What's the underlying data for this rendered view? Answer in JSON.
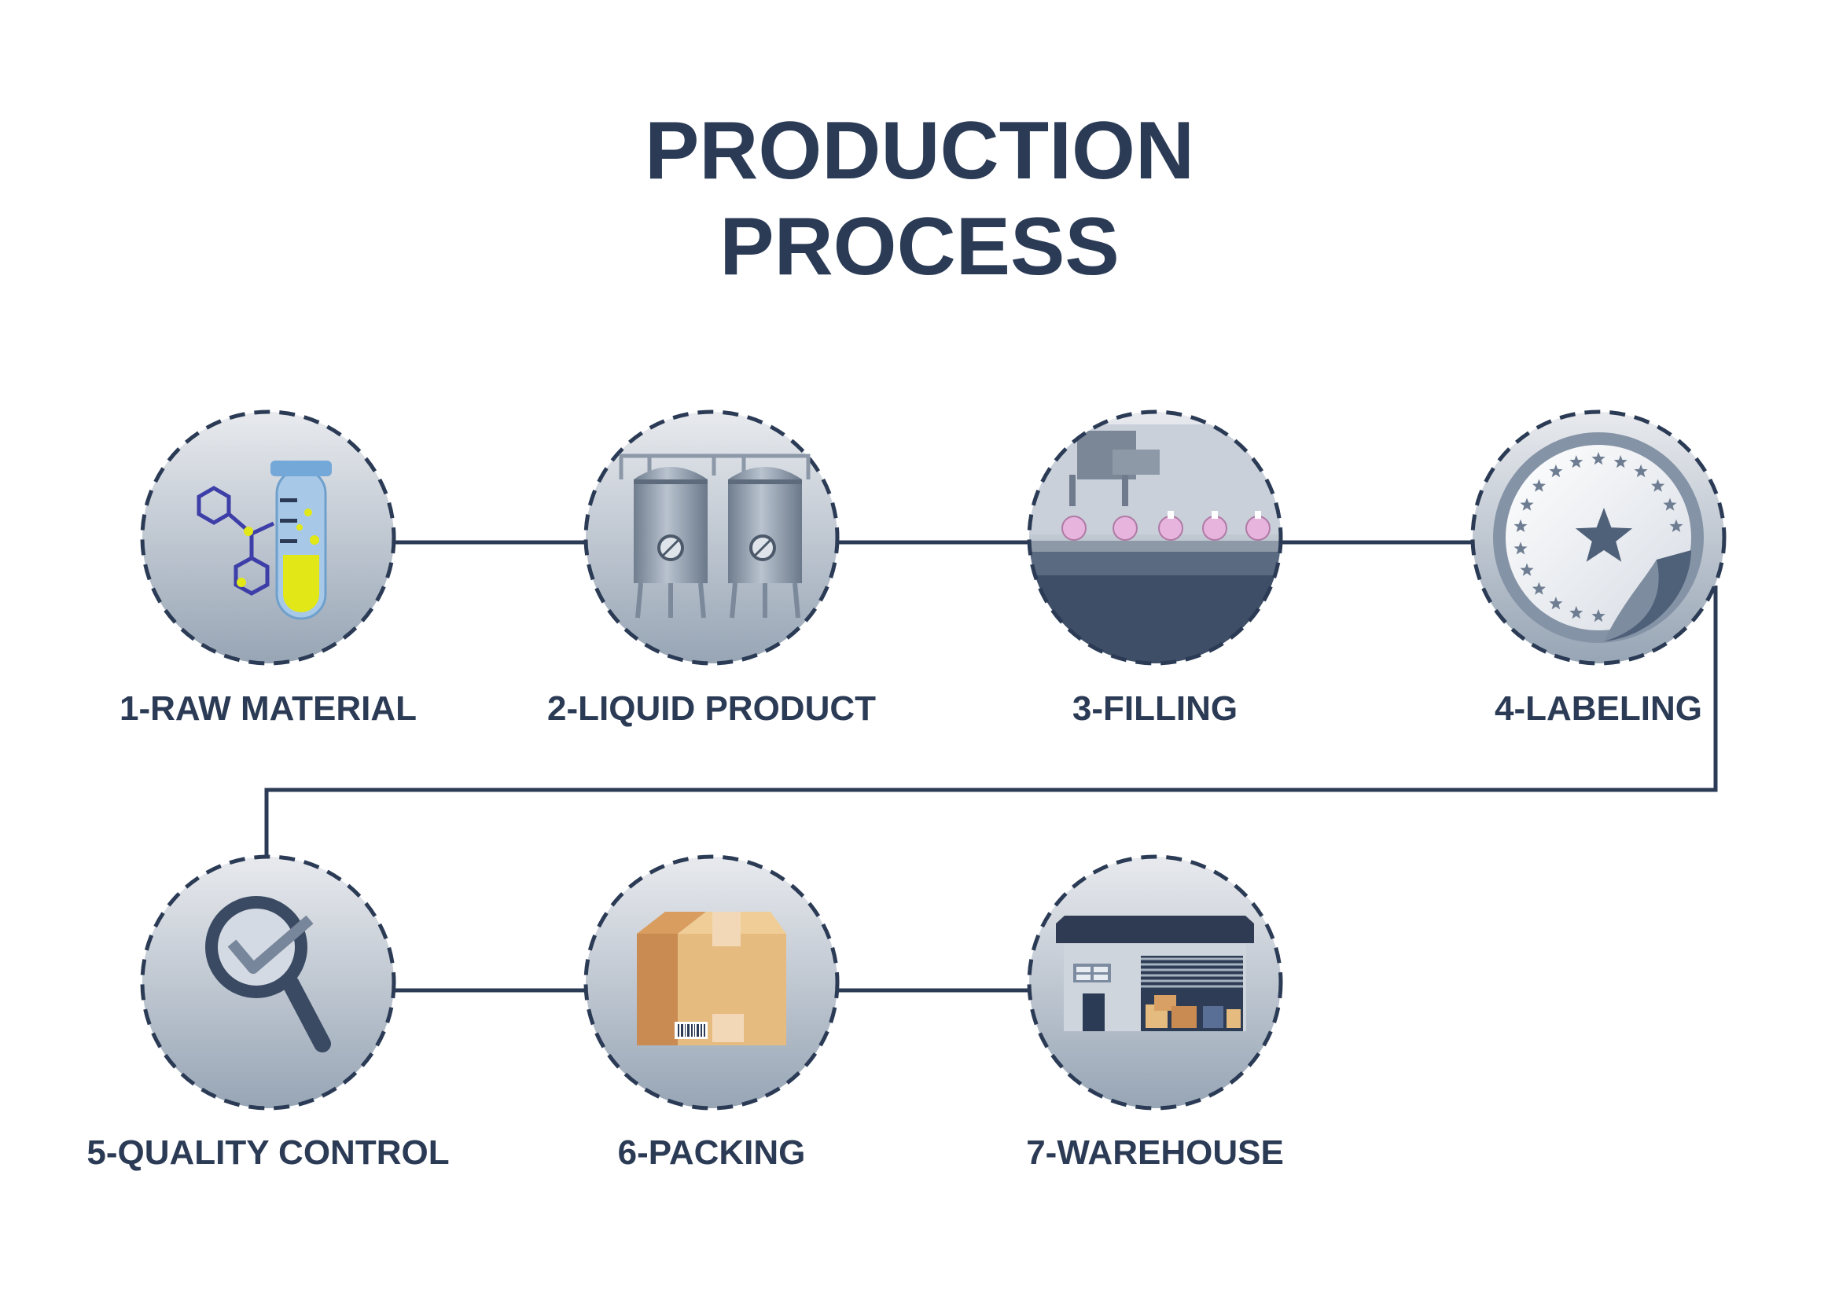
{
  "title": {
    "line1": "PRODUCTION",
    "line2": "PROCESS"
  },
  "colors": {
    "dark_navy": "#2b3b55",
    "circle_light": "#e8eaee",
    "circle_dark": "#97a5b5",
    "test_tube_liquid": "#e2e818",
    "molecule_blue": "#3d3ea8",
    "box_tan": "#e6bb7f"
  },
  "steps": [
    {
      "label": "1-RAW MATERIAL",
      "icon": "test-tube-molecule-icon"
    },
    {
      "label": "2-LIQUID PRODUCT",
      "icon": "steel-tanks-icon"
    },
    {
      "label": "3-FILLING",
      "icon": "bottle-filling-line-icon"
    },
    {
      "label": "4-LABELING",
      "icon": "star-seal-sticker-icon"
    },
    {
      "label": "5-QUALITY CONTROL",
      "icon": "magnifier-check-icon"
    },
    {
      "label": "6-PACKING",
      "icon": "cardboard-box-icon"
    },
    {
      "label": "7-WAREHOUSE",
      "icon": "warehouse-icon"
    }
  ]
}
